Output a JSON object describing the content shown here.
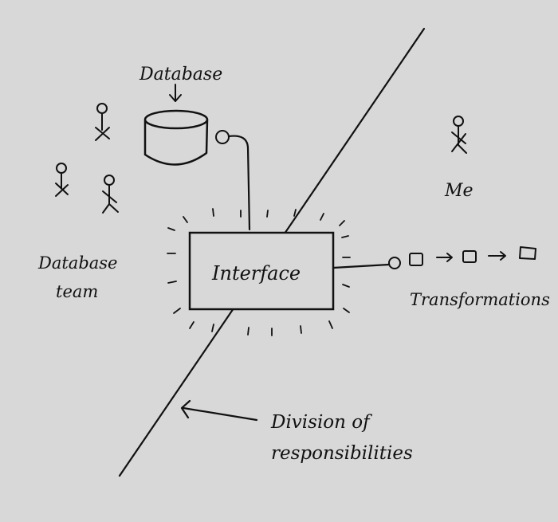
{
  "labels": {
    "database": "Database",
    "database_team_line1": "Database",
    "database_team_line2": "team",
    "me": "Me",
    "interface": "Interface",
    "transformations": "Transformations",
    "division_line1": "Division of",
    "division_line2": "responsibilities"
  },
  "colors": {
    "background": "#d8d8d8",
    "ink": "#111111"
  }
}
